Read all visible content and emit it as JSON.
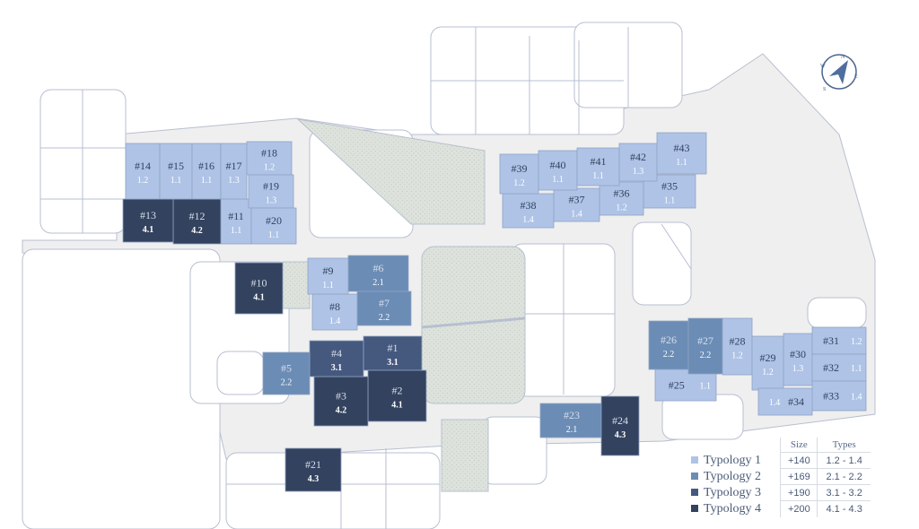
{
  "colors": {
    "typology1": "#aec3e6",
    "typology2": "#6b8cb5",
    "typology3": "#45587e",
    "typology4": "#33425e",
    "road": "#efefef",
    "park": "#dde3dc",
    "outline": "#b7bfd0"
  },
  "compass": {
    "icon": "compass-north-arrow-icon",
    "letters": [
      "N",
      "E",
      "S",
      "W"
    ]
  },
  "lots": [
    {
      "id": "#1",
      "type": "3.1",
      "typology": 3
    },
    {
      "id": "#2",
      "type": "4.1",
      "typology": 4
    },
    {
      "id": "#3",
      "type": "4.2",
      "typology": 4
    },
    {
      "id": "#4",
      "type": "3.1",
      "typology": 3
    },
    {
      "id": "#5",
      "type": "2.2",
      "typology": 2
    },
    {
      "id": "#6",
      "type": "2.1",
      "typology": 2
    },
    {
      "id": "#7",
      "type": "2.2",
      "typology": 2
    },
    {
      "id": "#8",
      "type": "1.4",
      "typology": 1
    },
    {
      "id": "#9",
      "type": "1.1",
      "typology": 1
    },
    {
      "id": "#10",
      "type": "4.1",
      "typology": 4
    },
    {
      "id": "#11",
      "type": "1.1",
      "typology": 1
    },
    {
      "id": "#12",
      "type": "4.2",
      "typology": 4
    },
    {
      "id": "#13",
      "type": "4.1",
      "typology": 4
    },
    {
      "id": "#14",
      "type": "1.2",
      "typology": 1
    },
    {
      "id": "#15",
      "type": "1.1",
      "typology": 1
    },
    {
      "id": "#16",
      "type": "1.1",
      "typology": 1
    },
    {
      "id": "#17",
      "type": "1.3",
      "typology": 1
    },
    {
      "id": "#18",
      "type": "1.2",
      "typology": 1
    },
    {
      "id": "#19",
      "type": "1.3",
      "typology": 1
    },
    {
      "id": "#20",
      "type": "1.1",
      "typology": 1
    },
    {
      "id": "#21",
      "type": "4.3",
      "typology": 4
    },
    {
      "id": "#23",
      "type": "2.1",
      "typology": 2
    },
    {
      "id": "#24",
      "type": "4.3",
      "typology": 4
    },
    {
      "id": "#25",
      "type": "1.1",
      "typology": 1
    },
    {
      "id": "#26",
      "type": "2.2",
      "typology": 2
    },
    {
      "id": "#27",
      "type": "2.2",
      "typology": 2
    },
    {
      "id": "#28",
      "type": "1.2",
      "typology": 1
    },
    {
      "id": "#29",
      "type": "1.2",
      "typology": 1
    },
    {
      "id": "#30",
      "type": "1.3",
      "typology": 1
    },
    {
      "id": "#31",
      "type": "1.2",
      "typology": 1
    },
    {
      "id": "#32",
      "type": "1.1",
      "typology": 1
    },
    {
      "id": "#33",
      "type": "1.4",
      "typology": 1
    },
    {
      "id": "#34",
      "type": "1.4",
      "typology": 1
    },
    {
      "id": "#35",
      "type": "1.1",
      "typology": 1
    },
    {
      "id": "#36",
      "type": "1.2",
      "typology": 1
    },
    {
      "id": "#37",
      "type": "1.4",
      "typology": 1
    },
    {
      "id": "#38",
      "type": "1.4",
      "typology": 1
    },
    {
      "id": "#39",
      "type": "1.2",
      "typology": 1
    },
    {
      "id": "#40",
      "type": "1.1",
      "typology": 1
    },
    {
      "id": "#41",
      "type": "1.1",
      "typology": 1
    },
    {
      "id": "#42",
      "type": "1.3",
      "typology": 1
    },
    {
      "id": "#43",
      "type": "1.1",
      "typology": 1
    }
  ],
  "legend": {
    "headers": {
      "size": "Size",
      "types": "Types"
    },
    "rows": [
      {
        "name": "Typology 1",
        "size": "+140",
        "types": "1.2 - 1.4"
      },
      {
        "name": "Typology 2",
        "size": "+169",
        "types": "2.1 - 2.2"
      },
      {
        "name": "Typology 3",
        "size": "+190",
        "types": "3.1 - 3.2"
      },
      {
        "name": "Typology 4",
        "size": "+200",
        "types": "4.1 - 4.3"
      }
    ]
  }
}
